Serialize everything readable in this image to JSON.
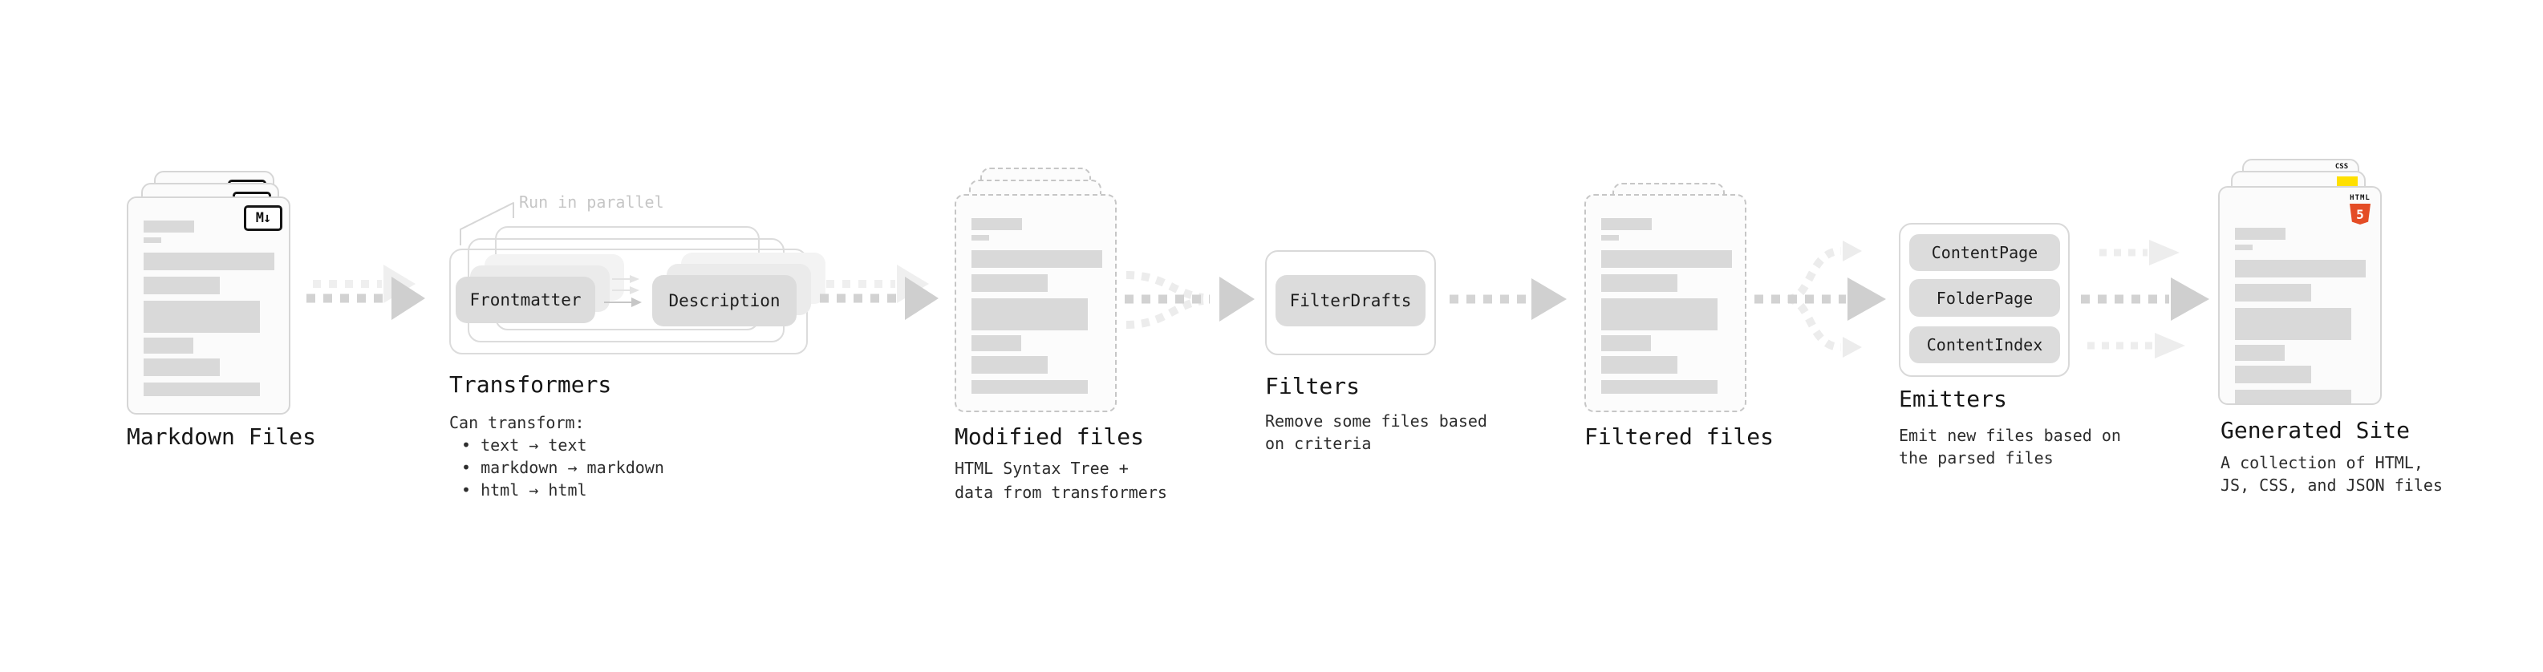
{
  "stages": {
    "markdown_files": {
      "label": "Markdown Files",
      "badge": "M↓",
      "file_count": 3
    },
    "transformers": {
      "label": "Transformers",
      "annotation": "Run in parallel",
      "transformer_1": "Frontmatter",
      "transformer_2": "Description",
      "desc_intro": "Can transform:",
      "bullet_1": "• text → text",
      "bullet_2": "• markdown → markdown",
      "bullet_3": "• html → html"
    },
    "modified_files": {
      "label": "Modified files",
      "desc_line_1": "HTML Syntax Tree +",
      "desc_line_2": "data from transformers",
      "file_count": 3
    },
    "filters": {
      "label": "Filters",
      "filter_1": "FilterDrafts",
      "desc_line_1": "Remove some files based",
      "desc_line_2": "on criteria"
    },
    "filtered_files": {
      "label": "Filtered files",
      "file_count": 2
    },
    "emitters": {
      "label": "Emitters",
      "emitter_1": "ContentPage",
      "emitter_2": "FolderPage",
      "emitter_3": "ContentIndex",
      "desc_line_1": "Emit new files based on",
      "desc_line_2": "the parsed files"
    },
    "generated_site": {
      "label": "Generated Site",
      "desc_line_1": "A collection of HTML,",
      "desc_line_2": "JS, CSS, and JSON files",
      "badge_css": "CSS",
      "badge_html_label": "HTML",
      "badge_html_number": "5"
    }
  },
  "colors": {
    "html5_orange": "#e44d26",
    "js_yellow": "#ffe000",
    "css_blue": "#2962f0",
    "card_border": "#d6d6d6",
    "dashed_border": "#c6c6c6",
    "skeleton_bar": "#d9d9d9",
    "chip_fill": "#dcdcdc",
    "arrow_gray": "#d2d2d2",
    "arrow_light": "#ededed",
    "annotation_gray": "#c6c6c6"
  }
}
